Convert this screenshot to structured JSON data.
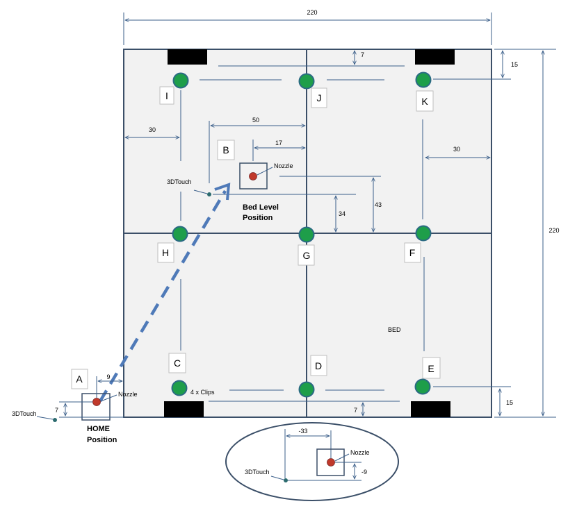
{
  "dims": {
    "top_width": "220",
    "right_height": "220",
    "top_gap": "7",
    "right_top": "15",
    "left_gap_i": "30",
    "b_to_j": "50",
    "nozzle_to_j": "17",
    "right_gap_k": "30",
    "v_43": "43",
    "v_34": "34",
    "bottom_gap": "7",
    "right_bottom": "15",
    "home_x": "9",
    "home_y": "7",
    "offset_x": "-33",
    "offset_y": "-9"
  },
  "points": {
    "I": "I",
    "J": "J",
    "K": "K",
    "B": "B",
    "H": "H",
    "G": "G",
    "F": "F",
    "C": "C",
    "D": "D",
    "E": "E",
    "A": "A"
  },
  "labels": {
    "nozzle": "Nozzle",
    "touch": "3DTouch",
    "bed_level": [
      "Bed Level",
      "Position"
    ],
    "home": [
      "HOME",
      "Position"
    ],
    "bed": "BED",
    "clips": "4 x Clips"
  },
  "colors": {
    "bed_fill": "#f2f2f2",
    "frame": "#3b4f68",
    "point_fill": "#1e9e4a",
    "point_stroke": "#2a6a83",
    "nozzle_red": "#c0392b",
    "arrow_blue": "#4f7ab8",
    "clip_black": "#000000"
  }
}
